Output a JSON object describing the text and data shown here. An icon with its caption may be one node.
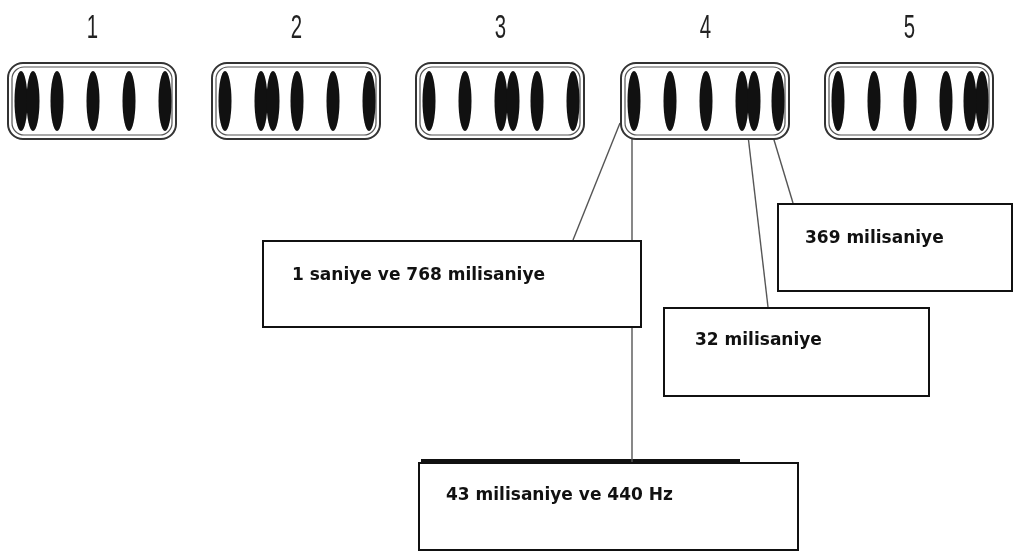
{
  "diagram": {
    "nodes": [
      {
        "text": [
          "1"
        ]
      },
      {
        "text": [
          "2"
        ]
      },
      {
        "text": [
          "3"
        ]
      },
      {
        "text": [
          "4"
        ]
      },
      {
        "text": [
          "5"
        ]
      },
      {
        "text": [
          "1 saniye ve 768 milisaniye"
        ]
      },
      {
        "text": [
          "369 milisaniye"
        ]
      },
      {
        "text": [
          "32 milisaniye"
        ]
      },
      {
        "text": [
          "43 milisaniye ve 440 Hz"
        ]
      }
    ],
    "edges": [
      {
        "from": 5,
        "to": 3,
        "arrow": "none"
      },
      {
        "from": 6,
        "to": 3,
        "arrow": "none"
      },
      {
        "from": 7,
        "to": 3,
        "arrow": "none"
      },
      {
        "from": 8,
        "to": 3,
        "arrow": "none"
      }
    ]
  }
}
